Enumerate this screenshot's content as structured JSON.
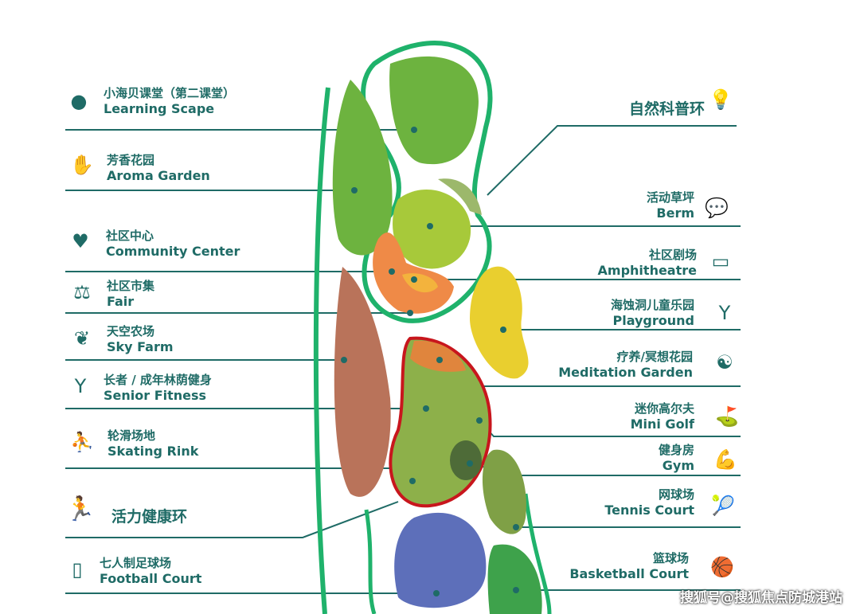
{
  "left_items": [
    {
      "zh": "小海贝课堂（第二课堂）",
      "en": "Learning Scape",
      "icon": "head-icon"
    },
    {
      "zh": "芳香花园",
      "en": "Aroma Garden",
      "icon": "butterfly-hand-icon"
    },
    {
      "zh": "社区中心",
      "en": "Community Center",
      "icon": "heart-pulse-icon"
    },
    {
      "zh": "社区市集",
      "en": "Fair",
      "icon": "scales-icon"
    },
    {
      "zh": "天空农场",
      "en": "Sky Farm",
      "icon": "wheat-hand-icon"
    },
    {
      "zh": "长者 / 成年林荫健身",
      "en": "Senior Fitness",
      "icon": "fitness-person-icon"
    },
    {
      "zh": "轮滑场地",
      "en": "Skating Rink",
      "icon": "skater-icon"
    },
    {
      "zh": "活力健康环",
      "en": "",
      "icon": "runner-icon"
    },
    {
      "zh": "七人制足球场",
      "en": "Football Court",
      "icon": "football-field-icon"
    }
  ],
  "right_items": [
    {
      "zh": "自然科普环",
      "en": "",
      "icon": "lightbulb-icon"
    },
    {
      "zh": "活动草坪",
      "en": "Berm",
      "icon": "speech-bubbles-icon"
    },
    {
      "zh": "社区剧场",
      "en": "Amphitheatre",
      "icon": "screen-audience-icon"
    },
    {
      "zh": "海蚀洞儿童乐园",
      "en": "Playground",
      "icon": "child-ball-icon"
    },
    {
      "zh": "疗养/冥想花园",
      "en": "Meditation Garden",
      "icon": "meditation-icon"
    },
    {
      "zh": "迷你高尔夫",
      "en": "Mini Golf",
      "icon": "golfer-icon"
    },
    {
      "zh": "健身房",
      "en": "Gym",
      "icon": "bicep-icon"
    },
    {
      "zh": "网球场",
      "en": "Tennis Court",
      "icon": "tennis-racket-icon"
    },
    {
      "zh": "篮球场",
      "en": "Basketball Court",
      "icon": "basketball-icon"
    }
  ],
  "watermark": "搜狐号@搜狐焦点防城港站",
  "colors": {
    "text": "#1f6b66",
    "ring": "#1fb26b",
    "health_ring": "#c8161d"
  }
}
